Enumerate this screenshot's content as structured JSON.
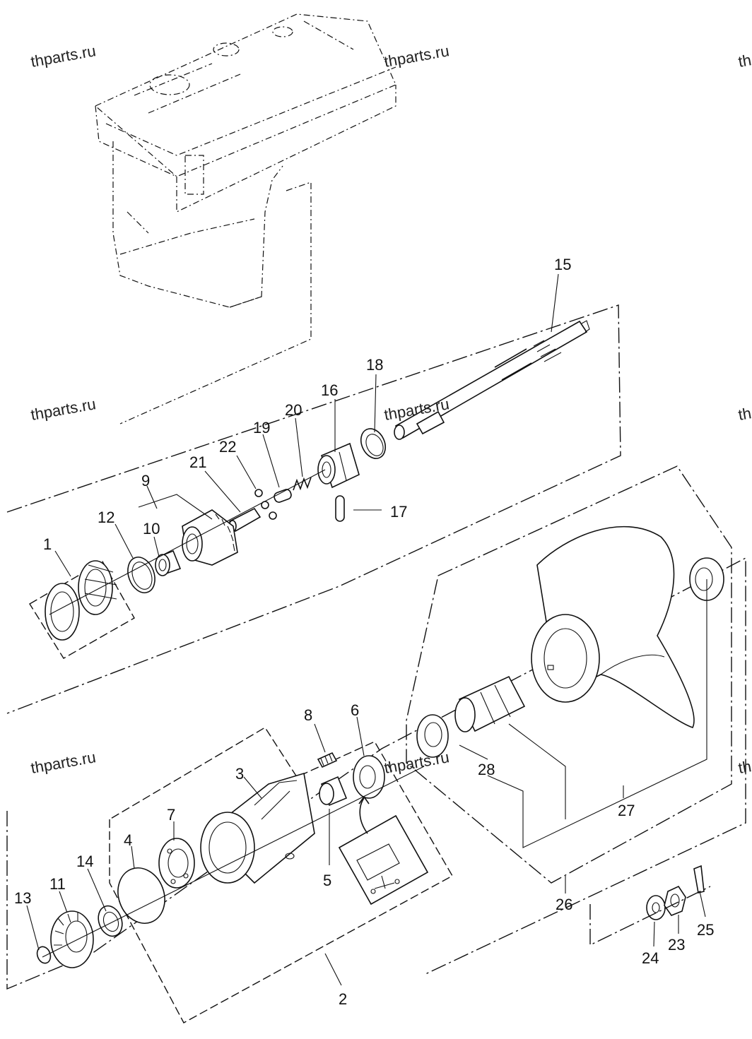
{
  "watermarks": [
    "thparts.ru",
    "thparts.ru",
    "thparts.ru",
    "thparts.ru",
    "thparts.ru",
    "thparts.ru",
    "th",
    "th",
    "th"
  ],
  "callouts": [
    "1",
    "2",
    "3",
    "4",
    "5",
    "6",
    "7",
    "8",
    "9",
    "10",
    "11",
    "12",
    "13",
    "14",
    "15",
    "16",
    "17",
    "18",
    "19",
    "20",
    "21",
    "22",
    "23",
    "24",
    "25",
    "26",
    "27",
    "28"
  ],
  "colors": {
    "line": "#111111",
    "background": "#ffffff"
  }
}
